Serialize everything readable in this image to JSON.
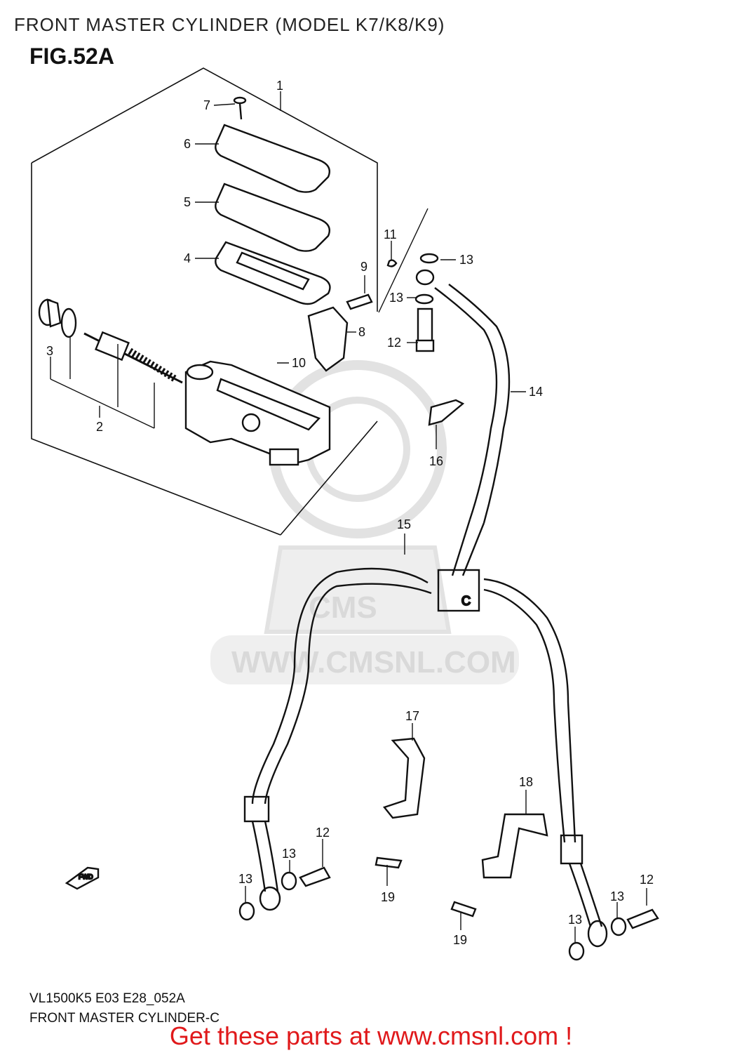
{
  "header": {
    "title": "FRONT MASTER CYLINDER (MODEL K7/K8/K9)",
    "fig": "FIG.52A"
  },
  "watermark": {
    "text": "WWW.CMSNL.COM",
    "logo": "CMS"
  },
  "callouts": [
    {
      "id": "c1",
      "text": "1"
    },
    {
      "id": "c2",
      "text": "2"
    },
    {
      "id": "c3",
      "text": "3"
    },
    {
      "id": "c4",
      "text": "4"
    },
    {
      "id": "c5",
      "text": "5"
    },
    {
      "id": "c6",
      "text": "6"
    },
    {
      "id": "c7",
      "text": "7"
    },
    {
      "id": "c8",
      "text": "8"
    },
    {
      "id": "c9",
      "text": "9"
    },
    {
      "id": "c10",
      "text": "10"
    },
    {
      "id": "c11",
      "text": "11"
    },
    {
      "id": "c12a",
      "text": "12"
    },
    {
      "id": "c13a",
      "text": "13"
    },
    {
      "id": "c13b",
      "text": "13"
    },
    {
      "id": "c14",
      "text": "14"
    },
    {
      "id": "c15",
      "text": "15"
    },
    {
      "id": "c16",
      "text": "16"
    },
    {
      "id": "c17",
      "text": "17"
    },
    {
      "id": "c18",
      "text": "18"
    },
    {
      "id": "c12b",
      "text": "12"
    },
    {
      "id": "c13c",
      "text": "13"
    },
    {
      "id": "c13d",
      "text": "13"
    },
    {
      "id": "c19a",
      "text": "19"
    },
    {
      "id": "c19b",
      "text": "19"
    },
    {
      "id": "c12c",
      "text": "12"
    },
    {
      "id": "c13e",
      "text": "13"
    },
    {
      "id": "c13f",
      "text": "13"
    }
  ],
  "fwd_label": "FWD",
  "joint_label": "C",
  "footer": {
    "code": "VL1500K5 E03 E28_052A",
    "name": "FRONT MASTER CYLINDER-C"
  },
  "cta": "Get these parts at www.cmsnl.com !"
}
